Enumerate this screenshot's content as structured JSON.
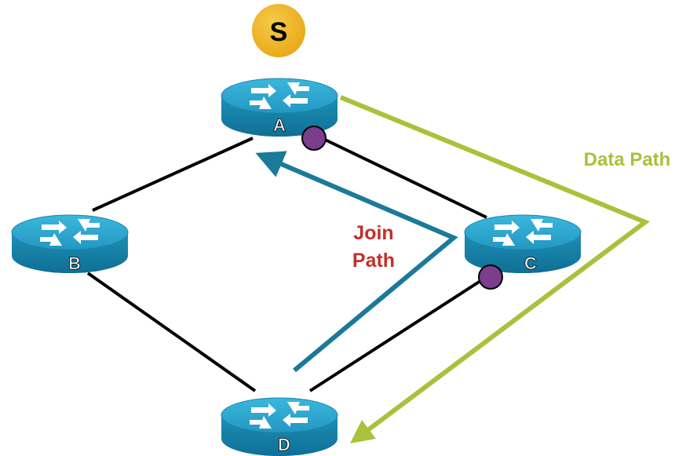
{
  "source": {
    "label": "S",
    "fill": "#F0B323"
  },
  "routers": [
    {
      "id": "A",
      "label": "A"
    },
    {
      "id": "B",
      "label": "B"
    },
    {
      "id": "C",
      "label": "C"
    },
    {
      "id": "D",
      "label": "D"
    }
  ],
  "join_path": {
    "label_line1": "Join",
    "label_line2": "Path",
    "color": "#1A7A99",
    "text_color": "#C0312B"
  },
  "data_path": {
    "label": "Data Path",
    "color": "#A8C23A"
  },
  "interface_marker_color": "#7A3E8C",
  "router_colors": {
    "top": "#2CA7CF",
    "side": "#1B86AD",
    "arrow": "#ffffff"
  }
}
